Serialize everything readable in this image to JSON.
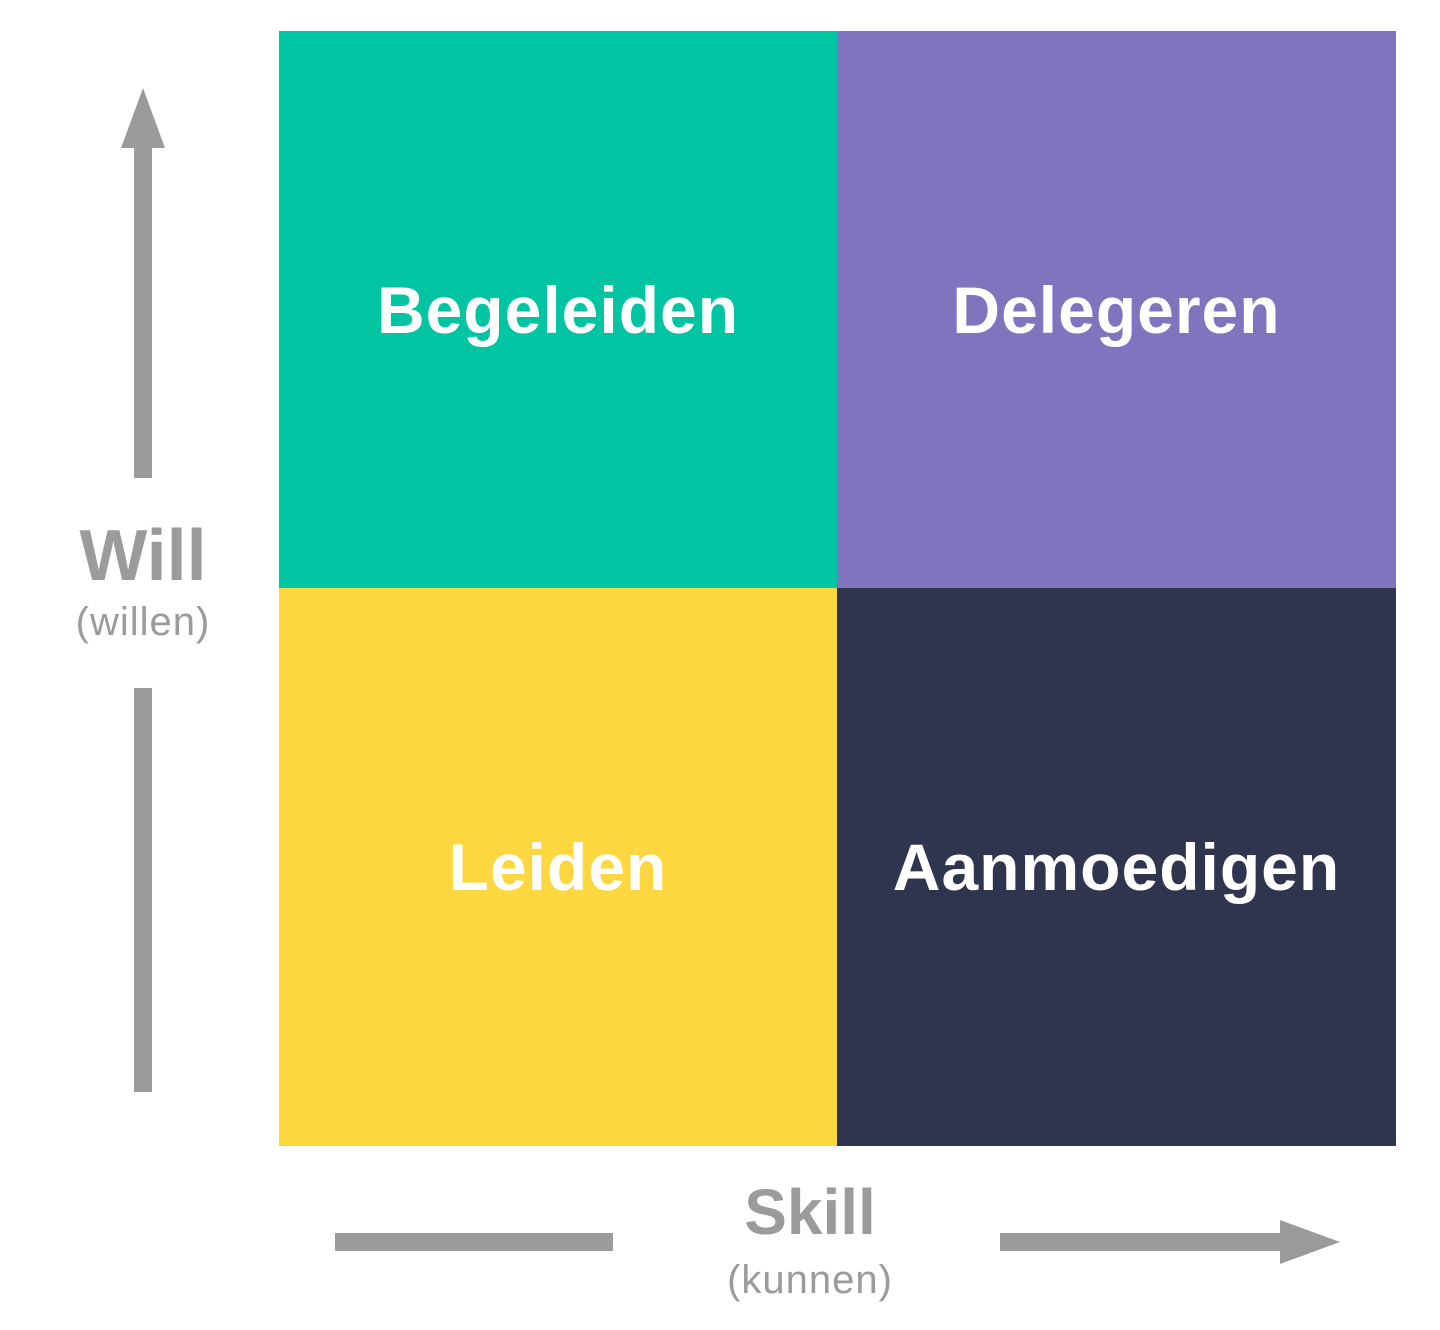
{
  "quadrants": {
    "top_left": {
      "label": "Begeleiden",
      "color": "#00c4a2"
    },
    "top_right": {
      "label": "Delegeren",
      "color": "#7f74bd"
    },
    "bottom_left": {
      "label": "Leiden",
      "color": "#fdd740"
    },
    "bottom_right": {
      "label": "Aanmoedigen",
      "color": "#30354f"
    }
  },
  "y_axis": {
    "title": "Will",
    "subtitle": "(willen)",
    "color": "#9b9b9b"
  },
  "x_axis": {
    "title": "Skill",
    "subtitle": "(kunnen)",
    "color": "#9b9b9b"
  }
}
